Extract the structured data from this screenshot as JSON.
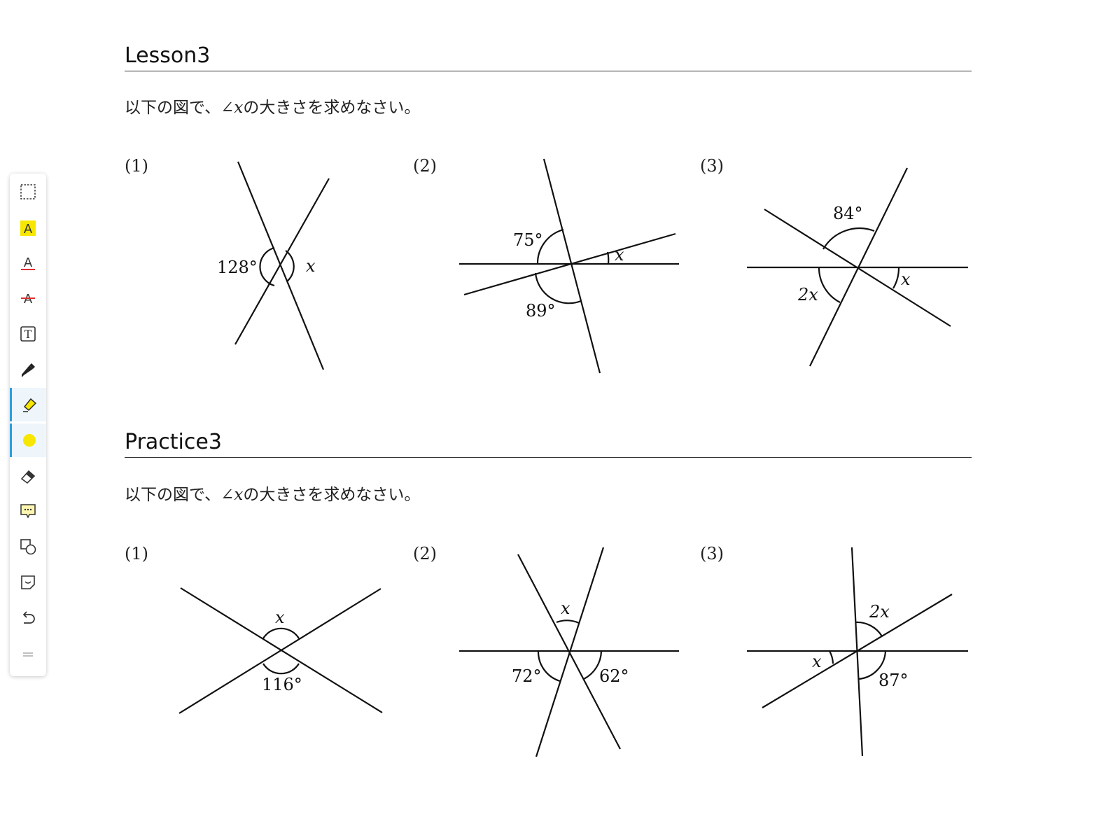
{
  "toolbar": {
    "tools": [
      {
        "name": "selection-icon"
      },
      {
        "name": "highlight-text-icon",
        "glyph": "A"
      },
      {
        "name": "underline-text-icon",
        "glyph": "A"
      },
      {
        "name": "strikethrough-text-icon",
        "glyph": "A"
      },
      {
        "name": "text-box-icon",
        "glyph": "T"
      },
      {
        "name": "pen-icon"
      },
      {
        "name": "highlighter-icon",
        "active": true
      },
      {
        "name": "color-swatch-icon",
        "active": true,
        "color": "#f7e700"
      },
      {
        "name": "eraser-icon"
      },
      {
        "name": "comment-icon"
      },
      {
        "name": "shapes-icon"
      },
      {
        "name": "sticker-icon"
      },
      {
        "name": "undo-icon"
      }
    ],
    "accent_color": "#2a9ee0",
    "highlight_color": "#f7e700"
  },
  "lesson": {
    "title": "Lesson3",
    "instruction_prefix": "以下の図で、∠",
    "instruction_var": "x",
    "instruction_suffix": "の大きさを求めなさい。",
    "problems": [
      {
        "label": "(1)",
        "angles": [
          "128°",
          "x"
        ]
      },
      {
        "label": "(2)",
        "angles": [
          "75°",
          "x",
          "89°"
        ]
      },
      {
        "label": "(3)",
        "angles": [
          "84°",
          "2x",
          "x"
        ]
      }
    ]
  },
  "practice": {
    "title": "Practice3",
    "instruction_prefix": "以下の図で、∠",
    "instruction_var": "x",
    "instruction_suffix": "の大きさを求めなさい。",
    "problems": [
      {
        "label": "(1)",
        "angles": [
          "x",
          "116°"
        ]
      },
      {
        "label": "(2)",
        "angles": [
          "x",
          "72°",
          "62°"
        ]
      },
      {
        "label": "(3)",
        "angles": [
          "2x",
          "x",
          "87°"
        ]
      }
    ]
  }
}
